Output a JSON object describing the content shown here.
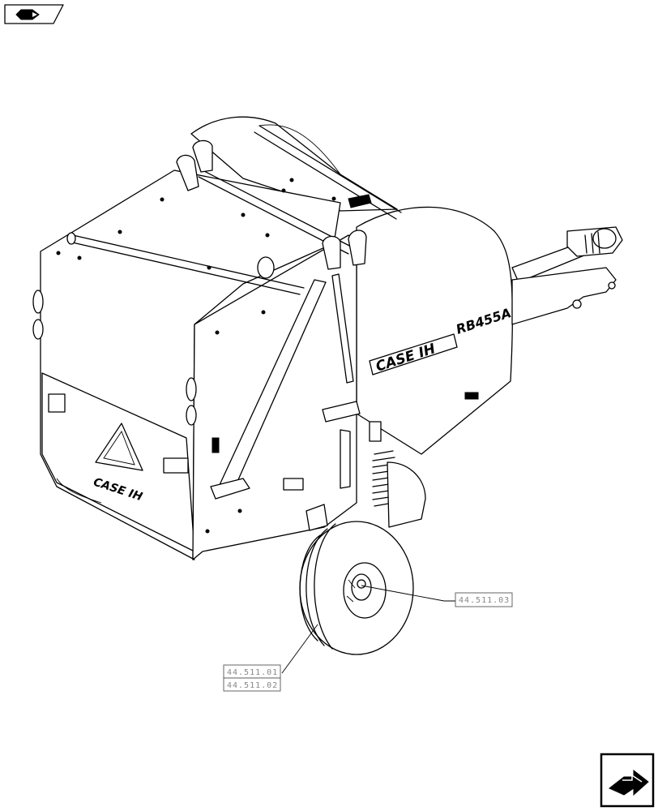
{
  "references": {
    "ref_wheel_hub": "44.511.03",
    "ref_tire_1": "44.511.01",
    "ref_tire_2": "44.511.02"
  },
  "decals": {
    "brand_side": "CASE IH",
    "model_side": "RB455A",
    "brand_rear": "CASE IH"
  },
  "icons": {
    "top_left": "previous-page-arrow-icon",
    "bottom_right": "next-page-arrow-icon"
  },
  "colors": {
    "line": "#000000",
    "reference_text": "#888888",
    "background": "#ffffff"
  }
}
